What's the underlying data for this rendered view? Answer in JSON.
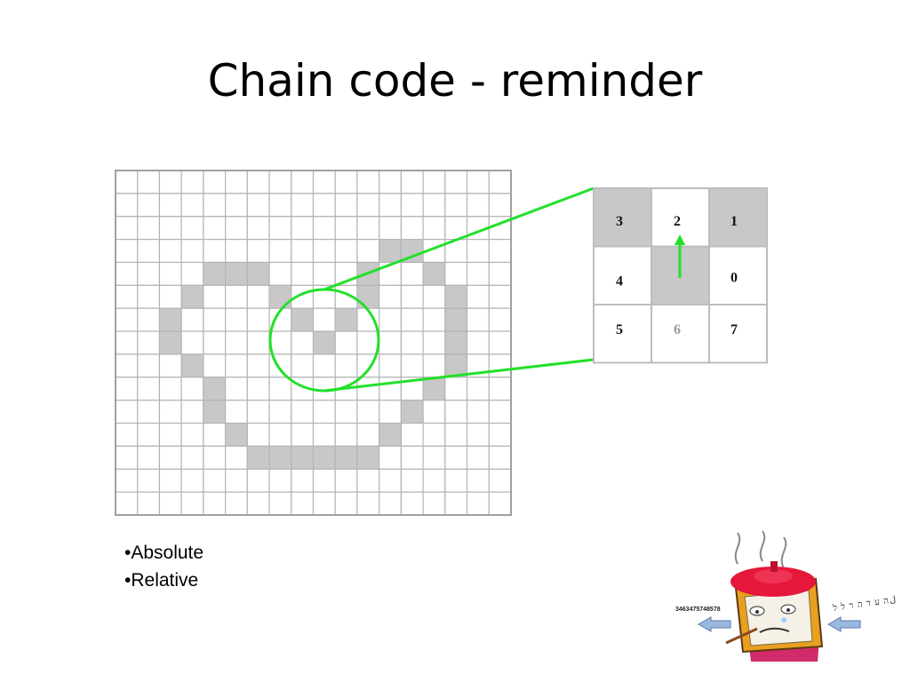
{
  "title": "Chain code - reminder",
  "grid": {
    "rows": 15,
    "cols": 18,
    "filled_cells": [
      [
        3,
        12
      ],
      [
        3,
        13
      ],
      [
        4,
        4
      ],
      [
        4,
        5
      ],
      [
        4,
        6
      ],
      [
        4,
        11
      ],
      [
        4,
        14
      ],
      [
        5,
        3
      ],
      [
        5,
        7
      ],
      [
        5,
        11
      ],
      [
        5,
        15
      ],
      [
        6,
        2
      ],
      [
        6,
        8
      ],
      [
        6,
        10
      ],
      [
        6,
        15
      ],
      [
        7,
        2
      ],
      [
        7,
        9
      ],
      [
        7,
        15
      ],
      [
        8,
        3
      ],
      [
        8,
        15
      ],
      [
        9,
        4
      ],
      [
        9,
        14
      ],
      [
        10,
        4
      ],
      [
        10,
        13
      ],
      [
        11,
        5
      ],
      [
        11,
        12
      ],
      [
        12,
        6
      ],
      [
        12,
        7
      ],
      [
        12,
        8
      ],
      [
        12,
        9
      ],
      [
        12,
        10
      ],
      [
        12,
        11
      ]
    ],
    "colors": {
      "filled": "#c8c8c8",
      "line": "#b4b4b4",
      "empty": "#ffffff"
    }
  },
  "zoom": {
    "directions": [
      {
        "label": "3",
        "filled": true,
        "muted": false
      },
      {
        "label": "2",
        "filled": false,
        "muted": false
      },
      {
        "label": "1",
        "filled": true,
        "muted": false
      },
      {
        "label": "4",
        "filled": false,
        "muted": false
      },
      {
        "label": "",
        "filled": true,
        "muted": false
      },
      {
        "label": "0",
        "filled": false,
        "muted": false
      },
      {
        "label": "5",
        "filled": false,
        "muted": false
      },
      {
        "label": "6",
        "filled": false,
        "muted": true
      },
      {
        "label": "7",
        "filled": false,
        "muted": false
      }
    ],
    "highlight_color": "#22e02a"
  },
  "bullets": [
    "•Absolute",
    "•Relative"
  ],
  "clipart": {
    "numbers_text": "3463475748578",
    "letters_text": "ﻝ﻿ה ע ד ה ר ל ל"
  }
}
